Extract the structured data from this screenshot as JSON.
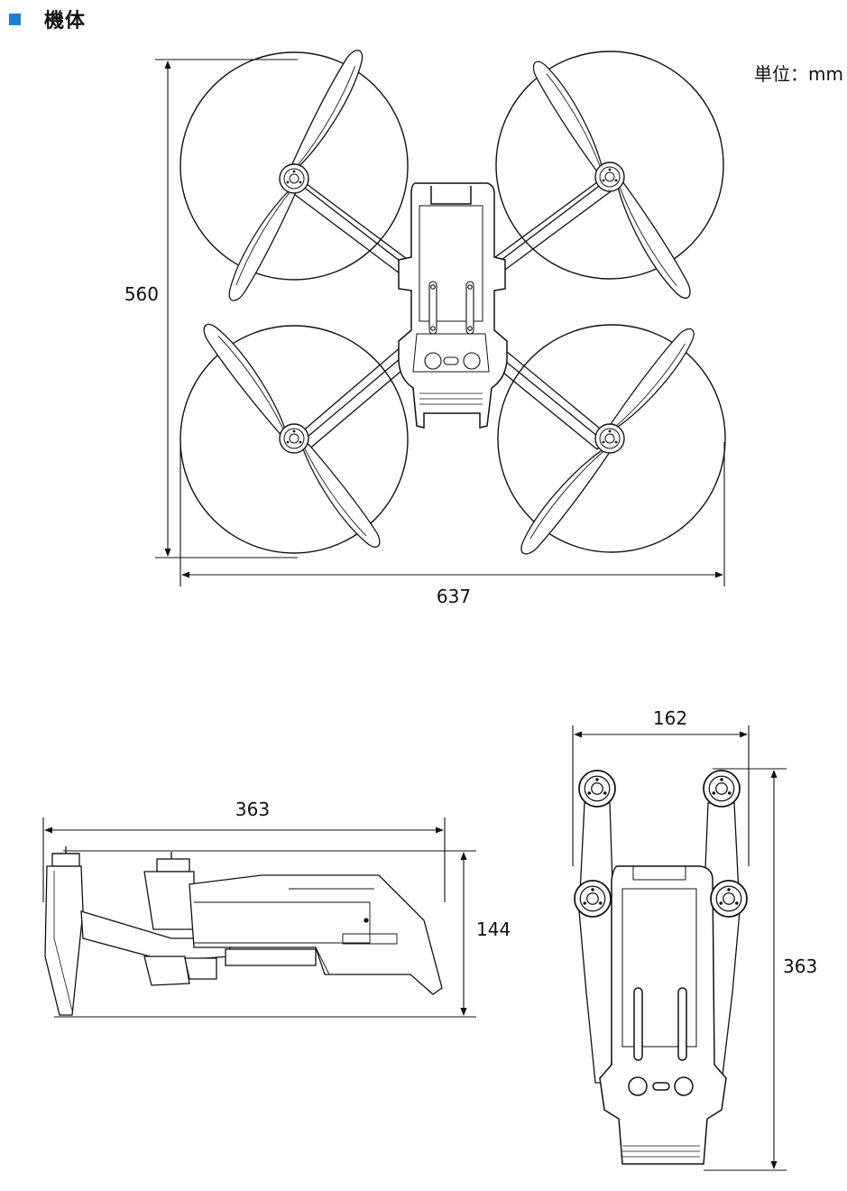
{
  "section": {
    "bullet_color": "#1f7fd1",
    "title": "機体"
  },
  "unit_label": "単位：mm",
  "views": {
    "top": {
      "width": "637",
      "height": "560"
    },
    "side": {
      "length": "363",
      "height": "144"
    },
    "folded": {
      "width": "162",
      "length": "363"
    }
  }
}
